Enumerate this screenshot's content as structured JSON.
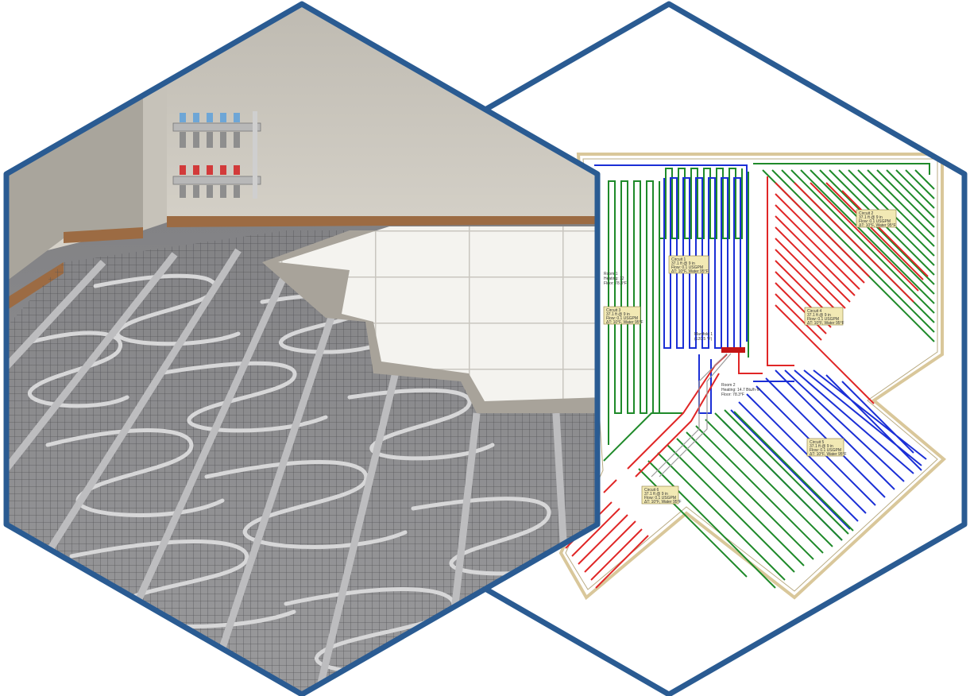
{
  "colors": {
    "frame": "#2a5b92",
    "supply_loop": "#e02626",
    "green_loop": "#1f8a2a",
    "blue_loop": "#1b2fd6",
    "label_fill": "#f2e9b4",
    "plan_outline": "#d9c79a",
    "manifold_bar": "#c41414"
  },
  "left_panel": {
    "subject": "underfloor heating pipe installation with manifold and partially laid tiles"
  },
  "right_panel": {
    "subject": "radiant floor heating loop layout plan",
    "zone_labels": [
      {
        "lines": [
          "Circuit 1",
          "37.1 ft @ 9 in",
          "Flow: 0.1 USGPM",
          "ΔT: 10°F, Water 95°F"
        ]
      },
      {
        "lines": [
          "Circuit 2",
          "37.1 ft @ 9 in",
          "Flow: 0.1 USGPM",
          "ΔT: 10°F, Water 95°F"
        ]
      },
      {
        "lines": [
          "Circuit 3",
          "37.1 ft @ 9 in",
          "Flow: 0.1 USGPM",
          "ΔT: 10°F, Water 95°F"
        ]
      },
      {
        "lines": [
          "Circuit 4",
          "37.1 ft @ 9 in",
          "Flow: 0.1 USGPM",
          "ΔT: 10°F, Water 95°F"
        ]
      },
      {
        "lines": [
          "Circuit 5",
          "37.1 ft @ 9 in",
          "Flow: 0.1 USGPM",
          "ΔT: 10°F, Water 95°F"
        ]
      },
      {
        "lines": [
          "Circuit 6",
          "37.1 ft @ 9 in",
          "Flow: 0.1 USGPM",
          "ΔT: 10°F, Water 95°F"
        ]
      }
    ],
    "room_notes": [
      {
        "lines": [
          "Room 1",
          "Heating: 12",
          "Floor: 78.3°F"
        ]
      },
      {
        "lines": [
          "Manifold 1",
          "(120.5 °F)"
        ]
      },
      {
        "lines": [
          "Room 2",
          "Heating: 14.7 Btu/h·ft²",
          "Floor: 78.3°F"
        ]
      }
    ]
  }
}
